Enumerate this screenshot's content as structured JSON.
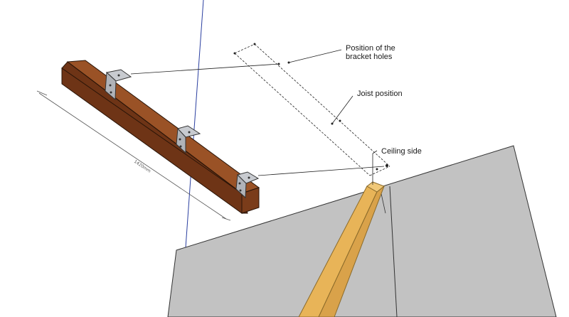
{
  "annotations": {
    "bracket_holes_line1": "Position of the",
    "bracket_holes_line2": "bracket holes",
    "joist_position": "Joist position",
    "ceiling_side": "Ceiling side"
  },
  "dimension": {
    "length_label": "1420mm"
  },
  "colors": {
    "beam_top": "#9a5226",
    "beam_side": "#6e3416",
    "beam_end": "#7a3c1a",
    "bracket": "#b9bcc2",
    "wall": "#c2c2c2",
    "joist": "#e8b458",
    "axis_line": "#2a3fa0"
  }
}
